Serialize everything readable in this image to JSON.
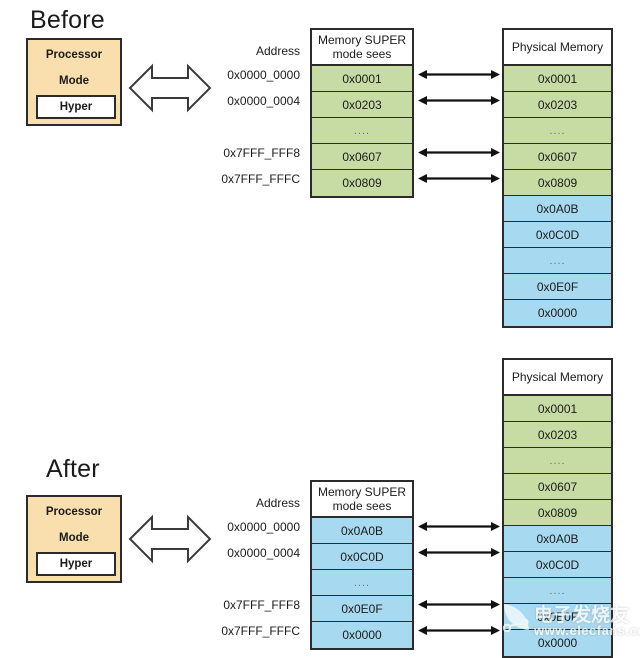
{
  "diagram": {
    "sections": [
      {
        "id": "before",
        "title": "Before",
        "processor": {
          "line1": "Processor",
          "line2": "Mode",
          "badge": "Hyper"
        },
        "address_column": {
          "header": "Address",
          "items": [
            "0x0000_0000",
            "0x0000_0004",
            "0x7FFF_FFF8",
            "0x7FFF_FFFC"
          ]
        },
        "virtual_table": {
          "header": "Memory SUPER mode sees",
          "header_line1": "Memory SUPER",
          "header_line2": "mode sees",
          "rows": [
            {
              "value": "0x0001",
              "color": "green"
            },
            {
              "value": "0x0203",
              "color": "green"
            },
            {
              "value": "....",
              "color": "green"
            },
            {
              "value": "0x0607",
              "color": "green"
            },
            {
              "value": "0x0809",
              "color": "green"
            }
          ]
        },
        "physical_table": {
          "header": "Physical Memory",
          "rows": [
            {
              "value": "0x0001",
              "color": "green"
            },
            {
              "value": "0x0203",
              "color": "green"
            },
            {
              "value": "....",
              "color": "green"
            },
            {
              "value": "0x0607",
              "color": "green"
            },
            {
              "value": "0x0809",
              "color": "green"
            },
            {
              "value": "0x0A0B",
              "color": "blue"
            },
            {
              "value": "0x0C0D",
              "color": "blue"
            },
            {
              "value": "....",
              "color": "blue"
            },
            {
              "value": "0x0E0F",
              "color": "blue"
            },
            {
              "value": "0x0000",
              "color": "blue"
            }
          ]
        },
        "mapping_arrows": 4
      },
      {
        "id": "after",
        "title": "After",
        "processor": {
          "line1": "Processor",
          "line2": "Mode",
          "badge": "Hyper"
        },
        "address_column": {
          "header": "Address",
          "items": [
            "0x0000_0000",
            "0x0000_0004",
            "0x7FFF_FFF8",
            "0x7FFF_FFFC"
          ]
        },
        "virtual_table": {
          "header": "Memory SUPER mode sees",
          "header_line1": "Memory SUPER",
          "header_line2": "mode sees",
          "rows": [
            {
              "value": "0x0A0B",
              "color": "blue"
            },
            {
              "value": "0x0C0D",
              "color": "blue"
            },
            {
              "value": "....",
              "color": "blue"
            },
            {
              "value": "0x0E0F",
              "color": "blue"
            },
            {
              "value": "0x0000",
              "color": "blue"
            }
          ]
        },
        "physical_table": {
          "header": "Physical Memory",
          "rows": [
            {
              "value": "0x0001",
              "color": "green"
            },
            {
              "value": "0x0203",
              "color": "green"
            },
            {
              "value": "....",
              "color": "green"
            },
            {
              "value": "0x0607",
              "color": "green"
            },
            {
              "value": "0x0809",
              "color": "green"
            },
            {
              "value": "0x0A0B",
              "color": "blue"
            },
            {
              "value": "0x0C0D",
              "color": "blue"
            },
            {
              "value": "....",
              "color": "blue"
            },
            {
              "value": "0x0E0F",
              "color": "blue"
            },
            {
              "value": "0x0000",
              "color": "blue"
            }
          ]
        },
        "mapping_arrows": 4
      }
    ],
    "colors": {
      "green_cell": "#c7dba4",
      "blue_cell": "#a7d9f0",
      "processor_box": "#fadfae",
      "outline": "#2b2b2b",
      "background": "#ffffff"
    }
  },
  "watermark": {
    "text_cn": "电子发烧友",
    "url": "www.elecfans.com"
  }
}
